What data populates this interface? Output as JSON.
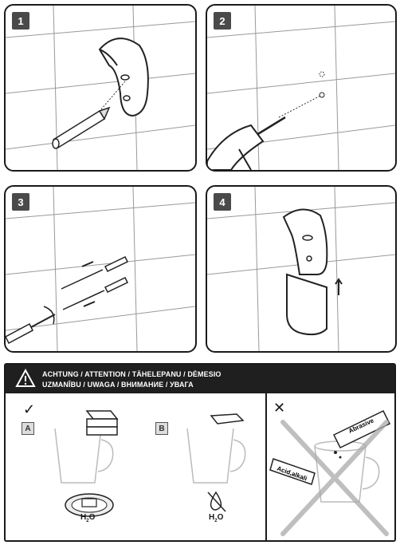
{
  "steps": [
    {
      "number": "1"
    },
    {
      "number": "2"
    },
    {
      "number": "3"
    },
    {
      "number": "4"
    }
  ],
  "warning": {
    "line1": "ACHTUNG / ATTENTION / TÄHELEPANU / DĖMESIO",
    "line2": "UZMANĪBU / UWAGA / ВНИМАНИЕ / УВАГА",
    "option_a": "A",
    "option_b": "B",
    "h2o_a": "H",
    "h2o_a_sub": "2",
    "h2o_a_end": "O",
    "h2o_b": "H",
    "h2o_b_sub": "2",
    "h2o_b_end": "O",
    "check_symbol": "✓",
    "cross_symbol": "✕",
    "abrasive_label": "Abrasive",
    "acid_label": "Acid,alkali"
  },
  "icons": [
    "warning-triangle-icon",
    "check-icon",
    "cross-icon",
    "no-water-icon"
  ]
}
